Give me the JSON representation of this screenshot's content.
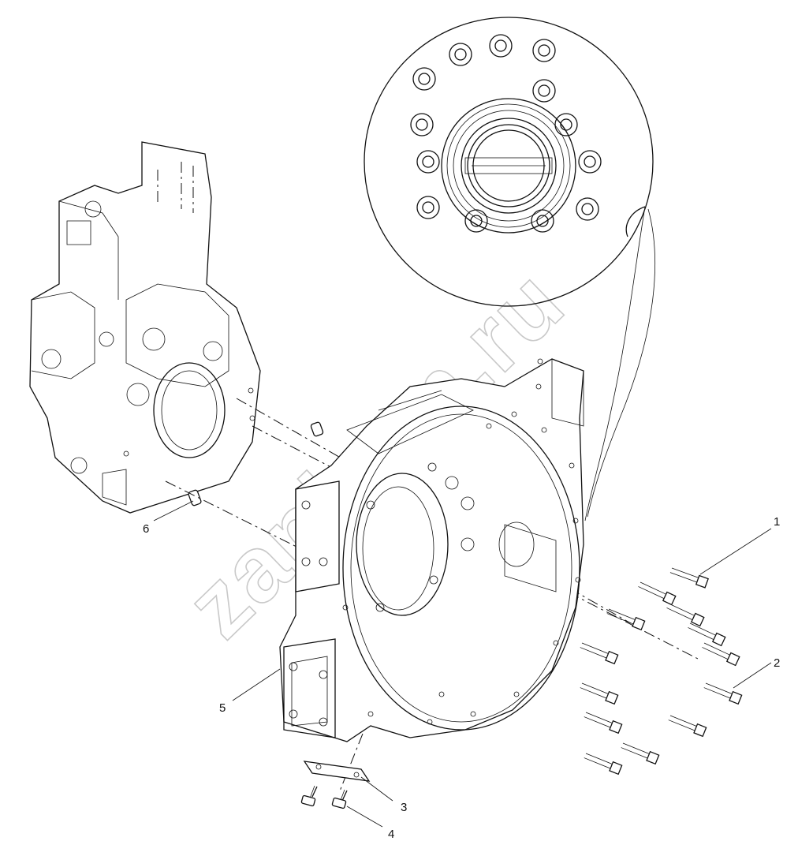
{
  "callouts": [
    {
      "id": "1",
      "label": "1",
      "part": "bolt"
    },
    {
      "id": "2",
      "label": "2",
      "part": "bolt"
    },
    {
      "id": "3",
      "label": "3",
      "part": "cover-plate"
    },
    {
      "id": "4",
      "label": "4",
      "part": "screw"
    },
    {
      "id": "5",
      "label": "5",
      "part": "flywheel-housing"
    },
    {
      "id": "6",
      "label": "6",
      "part": "dowel-pin"
    }
  ],
  "watermark": "zapkom.ru"
}
